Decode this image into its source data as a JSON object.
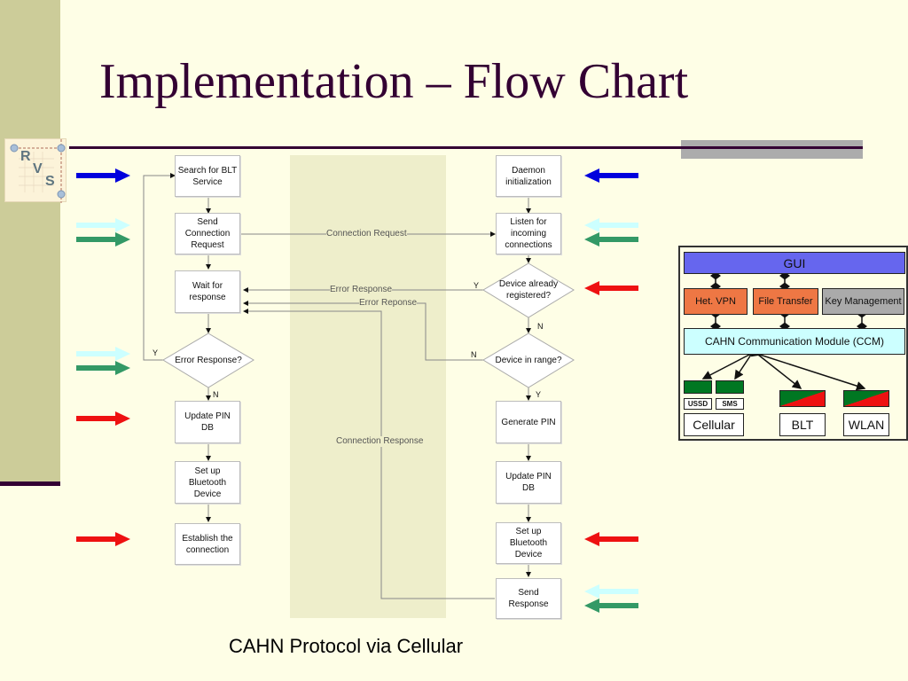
{
  "slide": {
    "title": "Implementation – Flow Chart",
    "caption": "CAHN Protocol via Cellular",
    "logo": {
      "letters": [
        "R",
        "V",
        "S"
      ]
    },
    "colors": {
      "title": "#330033",
      "left_bar": "#cccc99",
      "background": "#fefee6",
      "middle_band": "#eeeecb"
    }
  },
  "flow": {
    "left_column": [
      {
        "id": "search",
        "label": "Search for BLT Service"
      },
      {
        "id": "send-request",
        "label": "Send Connection Request"
      },
      {
        "id": "wait",
        "label": "Wait for response"
      },
      {
        "id": "error-decision",
        "label": "Error Response?",
        "type": "decision"
      },
      {
        "id": "update-pin-left",
        "label": "Update PIN DB"
      },
      {
        "id": "setup-bt-left",
        "label": "Set up Bluetooth Device"
      },
      {
        "id": "establish",
        "label": "Establish the connection"
      }
    ],
    "right_column": [
      {
        "id": "daemon",
        "label": "Daemon initialization"
      },
      {
        "id": "listen",
        "label": "Listen for incoming connections"
      },
      {
        "id": "registered-decision",
        "label": "Device already registered?",
        "type": "decision"
      },
      {
        "id": "range-decision",
        "label": "Device in range?",
        "type": "decision"
      },
      {
        "id": "generate-pin",
        "label": "Generate PIN"
      },
      {
        "id": "update-pin-right",
        "label": "Update PIN DB"
      },
      {
        "id": "setup-bt-right",
        "label": "Set up Bluetooth Device"
      },
      {
        "id": "send-response",
        "label": "Send Response"
      }
    ],
    "messages": {
      "connection_request": "Connection Request",
      "error_response": "Error Response",
      "error_reponse": "Error Reponse",
      "connection_response": "Connection Response"
    },
    "branch_labels": {
      "error_yes": "Y",
      "error_no": "N",
      "registered_yes": "Y",
      "registered_no": "N",
      "range_no": "N",
      "range_yes": "Y"
    }
  },
  "indicator_arrows": {
    "colors": {
      "blue": "#0000dd",
      "light_cyan": "#ccffff",
      "green": "#339966",
      "red": "#ee1111"
    },
    "left": [
      {
        "row": "search",
        "colors": [
          "blue"
        ]
      },
      {
        "row": "send-request",
        "colors": [
          "light_cyan",
          "green"
        ]
      },
      {
        "row": "error-decision",
        "colors": [
          "light_cyan",
          "green"
        ]
      },
      {
        "row": "update-pin-left",
        "colors": [
          "red"
        ]
      },
      {
        "row": "establish",
        "colors": [
          "red"
        ]
      }
    ],
    "right": [
      {
        "row": "daemon",
        "colors": [
          "blue"
        ]
      },
      {
        "row": "listen",
        "colors": [
          "light_cyan",
          "green"
        ]
      },
      {
        "row": "registered-decision",
        "colors": [
          "red"
        ]
      },
      {
        "row": "setup-bt-right",
        "colors": [
          "red"
        ]
      },
      {
        "row": "send-response",
        "colors": [
          "light_cyan",
          "green"
        ]
      }
    ]
  },
  "architecture": {
    "gui": "GUI",
    "het_vpn": "Het. VPN",
    "file_transfer": "File Transfer",
    "key_management": "Key Management",
    "ccm": "CAHN Communication Module (CCM)",
    "ussd": "USSD",
    "sms": "SMS",
    "cellular": "Cellular",
    "blt": "BLT",
    "wlan": "WLAN",
    "colors": {
      "gui": "#6666ee",
      "app": "#ee7744",
      "key": "#aaaaaa",
      "ccm": "#ccffff",
      "green": "#007722",
      "red": "#ee1111"
    }
  }
}
